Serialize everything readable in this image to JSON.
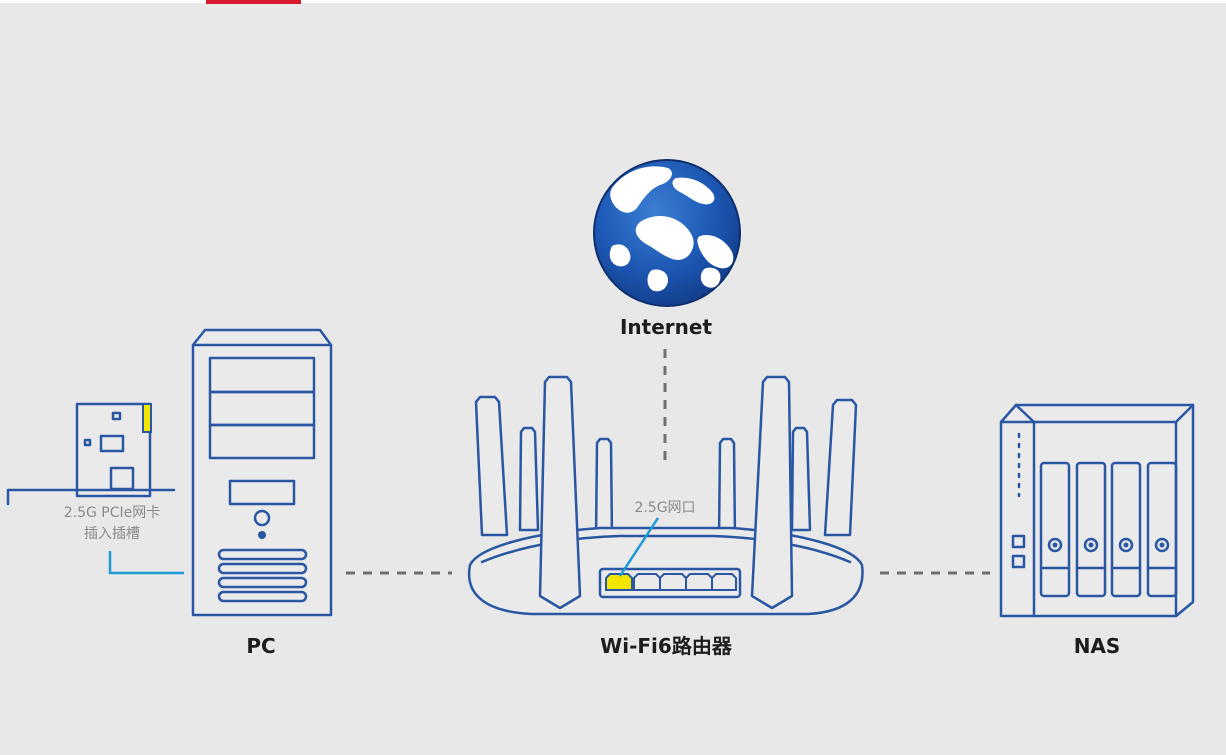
{
  "labels": {
    "internet": "Internet",
    "pc": "PC",
    "router": "Wi-Fi6路由器",
    "nas": "NAS",
    "port": "2.5G网口",
    "card_line1": "2.5G PCIe网卡",
    "card_line2": "插入插槽"
  },
  "colors": {
    "background": "#e8e8e8",
    "device_stroke": "#2a57a3",
    "link_dash": "#6f6f6f",
    "pcie_link": "#1e9ad6",
    "highlight_port": "#f2e600",
    "accent_bar": "#d9192c"
  }
}
